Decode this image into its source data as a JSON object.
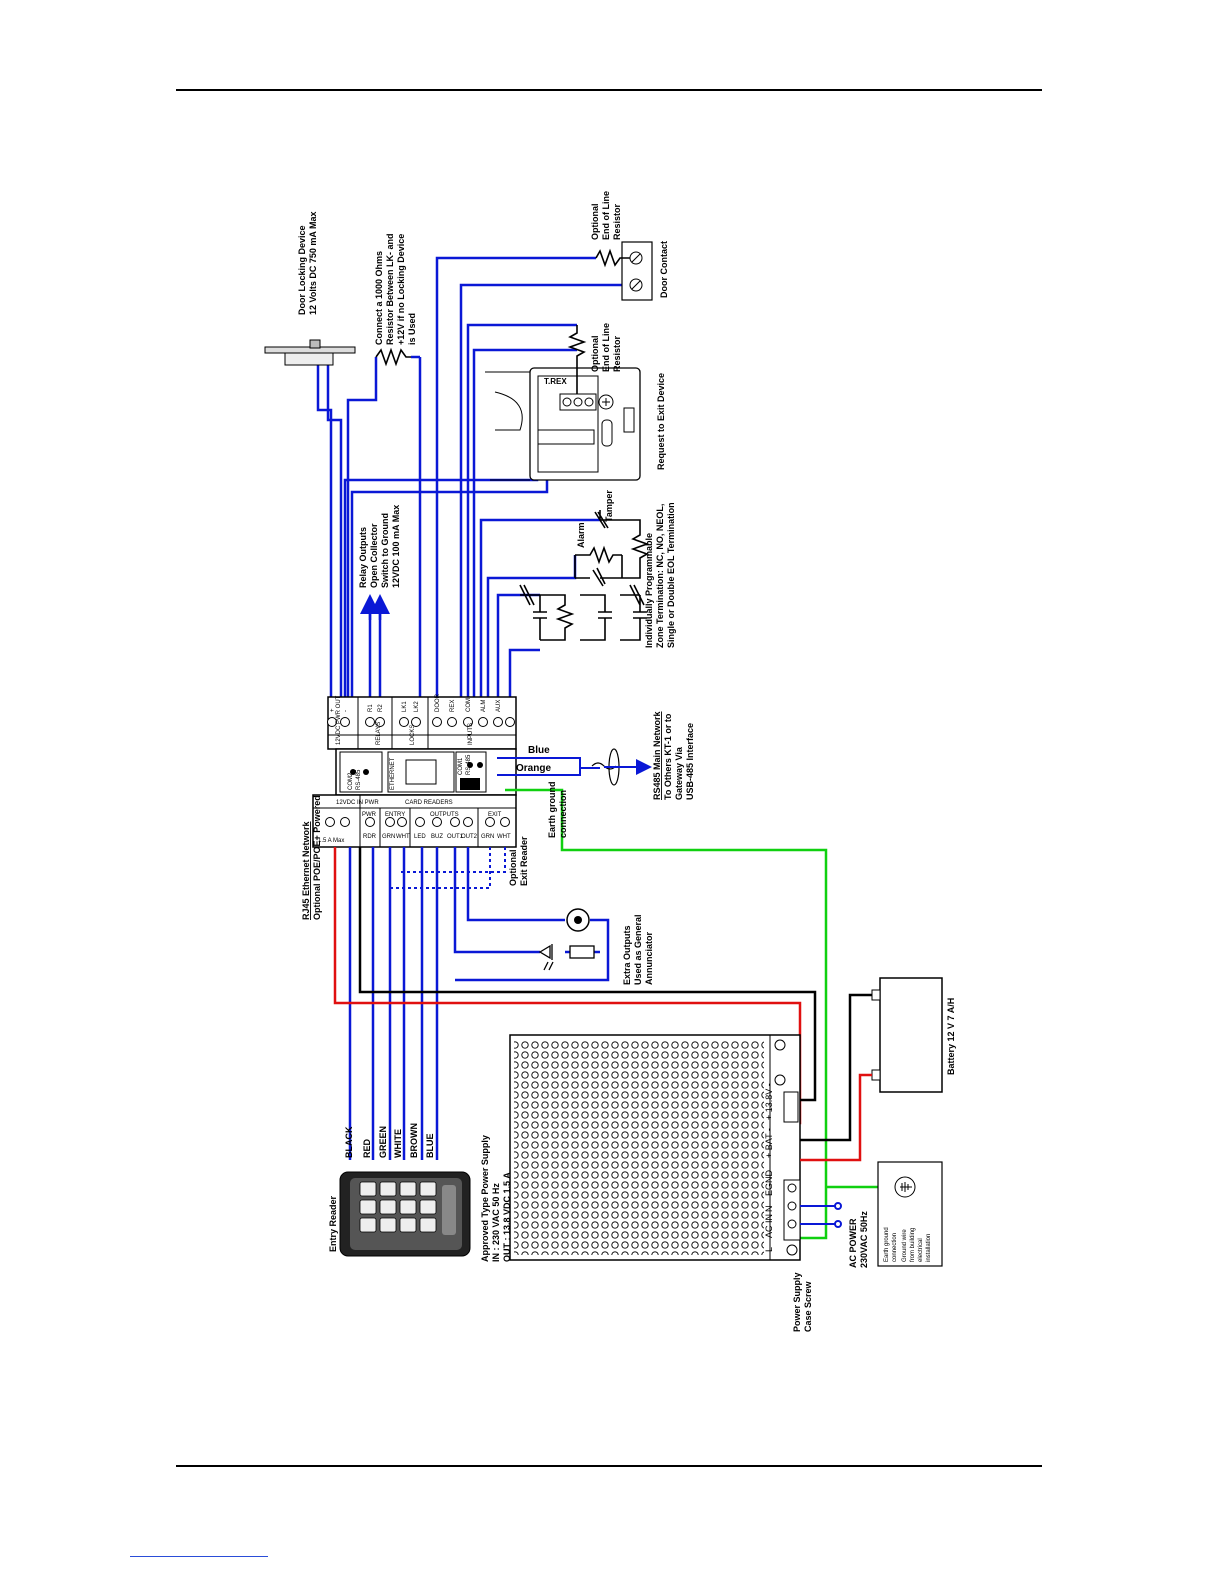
{
  "labels": {
    "door_locking_device": [
      "Door Locking Device",
      "12 Volts DC 750 mA Max"
    ],
    "resistor_note": [
      "Connect a 1000 Ohms",
      "Resistor Between LK- and",
      "+12V if no Locking Device",
      "is Used"
    ],
    "optional_eol_1": [
      "Optional",
      "End of Line",
      "Resistor"
    ],
    "door_contact": "Door Contact",
    "optional_eol_2": [
      "Optional",
      "End of Line",
      "Resistor"
    ],
    "rex_brand": "T.REX",
    "request_to_exit": "Request to Exit Device",
    "tamper": "Tamper",
    "alarm": "Alarm",
    "relay_outputs": [
      "Relay Outputs",
      "Open Collector",
      "Switch to Ground",
      "12VDC 100 mA Max"
    ],
    "zone_termination": [
      "Individually Programmable",
      "Zone Termination: NC, NO, NEOL,",
      "Single or Double EOL Termination"
    ],
    "rs485_network": [
      "RS485 Main Network",
      "To Others KT-1 or to",
      "Gateway Via",
      "USB-485 Interface"
    ],
    "blue": "Blue",
    "orange": "Orange",
    "earth_ground_conn": [
      "Earth ground",
      "connection"
    ],
    "rj45": [
      "RJ45 Ethernet Network",
      "Optional POE/POE+ Powered"
    ],
    "optional_exit_reader": [
      "Optional",
      "Exit Reader"
    ],
    "extra_outputs": [
      "Extra Outputs",
      "Used as General",
      "Annunciator"
    ],
    "battery": "Battery 12 V 7 A/H",
    "wire_colors": [
      "BLACK",
      "RED",
      "GREEN",
      "WHITE",
      "BROWN",
      "BLUE"
    ],
    "entry_reader": "Entry Reader",
    "power_supply": [
      "Approved Type Power Supply",
      "IN : 230 VAC 50 Hz",
      "OUT : 13.8 VDC 1.5 A"
    ],
    "psu_terminals": [
      "AC IN",
      "L",
      "N",
      "EGND",
      "+ BAT -",
      "+ 13.8V -"
    ],
    "case_screw": [
      "Power Supply",
      "Case Screw"
    ],
    "ac_power": [
      "AC POWER",
      "230VAC 50Hz"
    ],
    "earth_box": [
      "Earth ground",
      "connection",
      "Ground wire",
      "from building",
      "electrical",
      "installation"
    ]
  },
  "controller": {
    "header_top": [
      "12VDC PWR OUT",
      "RELAYS",
      "LOCKS",
      "INPUTS"
    ],
    "top_pins": [
      "+",
      "-",
      "R1",
      "R2",
      "LK1",
      "LK2",
      "DOOR",
      "REX",
      "COM",
      "ALM",
      "AUX"
    ],
    "com2": [
      "COM2",
      "RS-485"
    ],
    "ethernet": "ETHERNET",
    "com1": [
      "COM1",
      "RS-485"
    ],
    "header_bottom": [
      "12VDC IN PWR",
      "CARD READERS",
      "PWR",
      "ENTRY",
      "OUTPUTS",
      "EXIT"
    ],
    "bottom_pins": [
      "+",
      "-",
      "RDR",
      "GRN",
      "WHT",
      "LED",
      "BUZ",
      "OUT1",
      "OUT2",
      "GRN",
      "WHT"
    ],
    "bottom_note": "1.5 A Max"
  },
  "colors": {
    "blue_wire": "#0a18d6",
    "red_wire": "#e01010",
    "green_wire": "#10d010",
    "black_wire": "#000000"
  }
}
